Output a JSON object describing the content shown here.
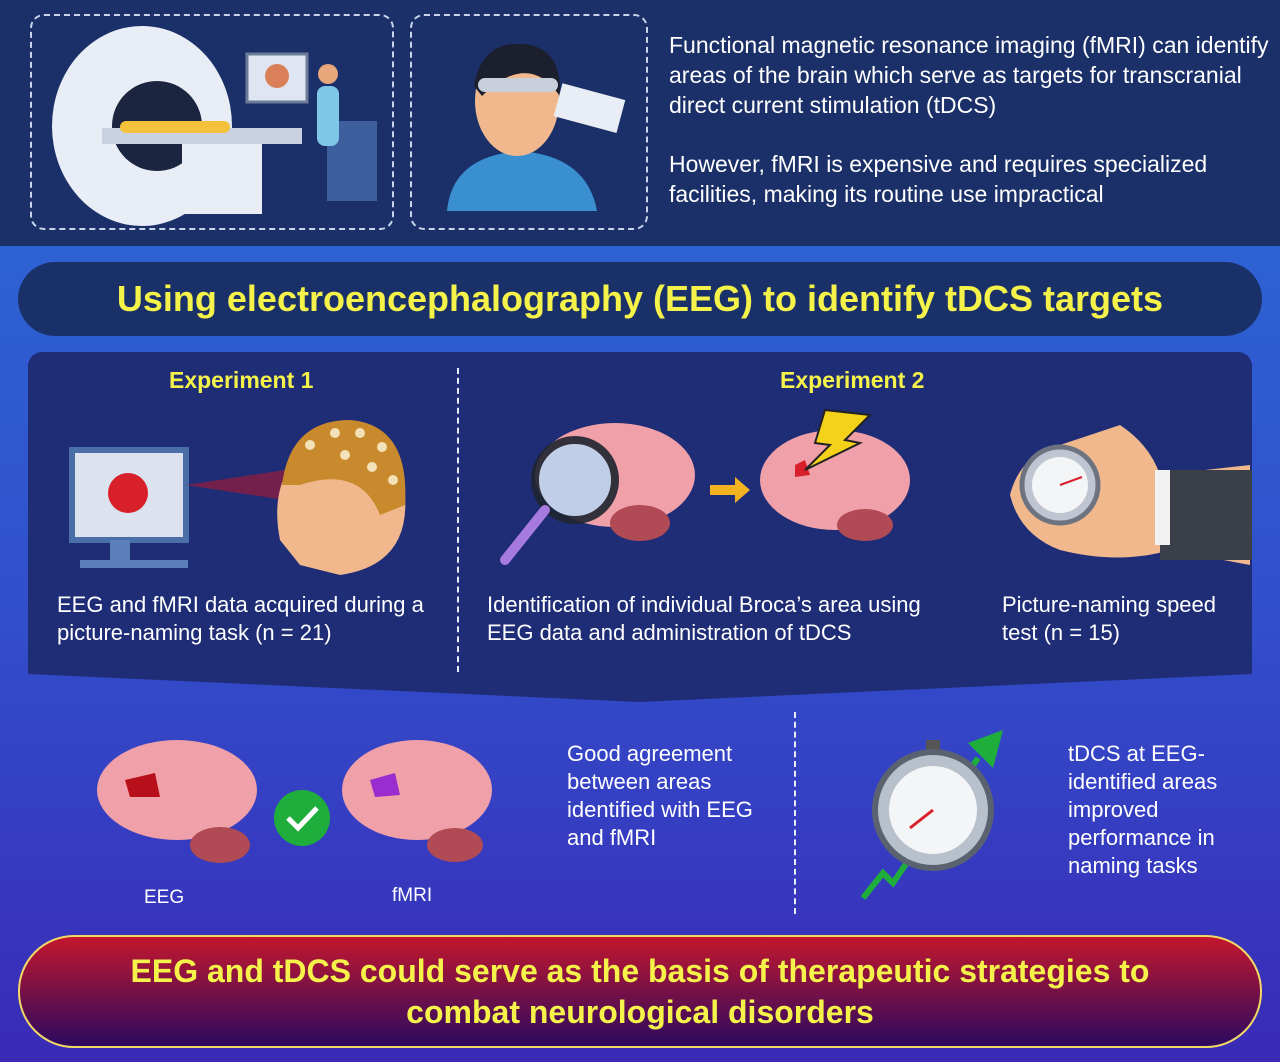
{
  "top": {
    "paragraph_1": "Functional magnetic resonance imaging (fMRI) can identify areas of the brain which serve as targets for transcranial direct current stimulation (tDCS)",
    "paragraph_2": "However, fMRI is expensive and requires specialized facilities, making its routine use impractical"
  },
  "title": "Using electroencephalography (EEG) to identify tDCS targets",
  "experiment_1": {
    "heading": "Experiment 1",
    "caption": "EEG and fMRI data acquired during a picture-naming task (n = 21)"
  },
  "experiment_2": {
    "heading": "Experiment 2",
    "caption_1": "Identification of individual Broca’s area using EEG data and administration of tDCS",
    "caption_2": "Picture-naming speed test (n = 15)"
  },
  "results": {
    "eeg_label": "EEG",
    "fmri_label": "fMRI",
    "agreement": "Good agreement between areas identified with EEG and fMRI",
    "improvement": "tDCS at EEG-identified areas improved performance in naming tasks"
  },
  "conclusion": "EEG and tDCS could serve as the basis of therapeutic strategies to combat neurological disorders",
  "colors": {
    "accent_yellow": "#f5f24a",
    "navy": "#1b3068",
    "brain": "#f0a0a8",
    "check": "#1fae3c"
  }
}
